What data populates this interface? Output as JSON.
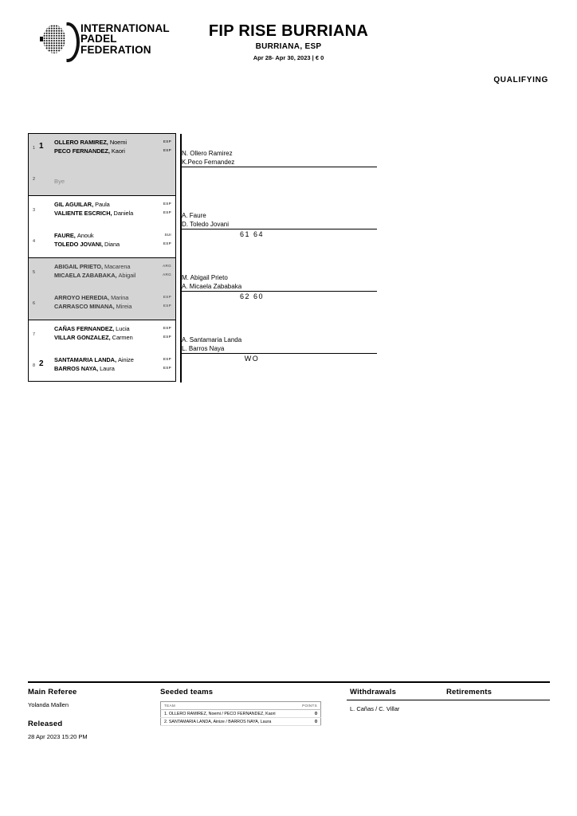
{
  "header": {
    "logo_line1": "INTERNATIONAL",
    "logo_line2": "PADEL",
    "logo_line3": "FEDERATION",
    "title": "FIP RISE BURRIANA",
    "location": "BURRIANA, ESP",
    "dates": "Apr 28- Apr 30, 2023  |  € 0",
    "phase": "QUALIFYING"
  },
  "bracket": {
    "slots": [
      {
        "num": "1",
        "seed": "1",
        "players": [
          {
            "family": "OLLERO RAMIREZ,",
            "given": "Noemi",
            "country": "ESP"
          },
          {
            "family": "PECO FERNANDEZ,",
            "given": "Kaori",
            "country": "ESP"
          }
        ]
      },
      {
        "num": "2",
        "seed": "",
        "bye": "Bye",
        "players": []
      },
      {
        "num": "3",
        "seed": "",
        "players": [
          {
            "family": "GIL AGUILAR,",
            "given": "Paula",
            "country": "ESP"
          },
          {
            "family": "VALIENTE ESCRICH,",
            "given": "Daniela",
            "country": "ESP"
          }
        ]
      },
      {
        "num": "4",
        "seed": "",
        "players": [
          {
            "family": "FAURE,",
            "given": "Anouk",
            "country": "SUI"
          },
          {
            "family": "TOLEDO JOVANI,",
            "given": "Diana",
            "country": "ESP"
          }
        ]
      },
      {
        "num": "5",
        "seed": "",
        "players": [
          {
            "family": "ABIGAIL PRIETO,",
            "given": "Macarena",
            "country": "ARG"
          },
          {
            "family": "MICAELA ZABABAKA,",
            "given": "Abigail",
            "country": "ARG"
          }
        ]
      },
      {
        "num": "6",
        "seed": "",
        "players": [
          {
            "family": "ARROYO HEREDIA,",
            "given": "Marina",
            "country": "ESP"
          },
          {
            "family": "CARRASCO MINANA,",
            "given": "Mireia",
            "country": "ESP"
          }
        ]
      },
      {
        "num": "7",
        "seed": "",
        "players": [
          {
            "family": "CAÑAS FERNANDEZ,",
            "given": "Lucia",
            "country": "ESP"
          },
          {
            "family": "VILLAR GONZALEZ,",
            "given": "Carmen",
            "country": "ESP"
          }
        ]
      },
      {
        "num": "8",
        "seed": "2",
        "players": [
          {
            "family": "SANTAMARIA LANDA,",
            "given": "Ainize",
            "country": "ESP"
          },
          {
            "family": "BARROS NAYA,",
            "given": "Laura",
            "country": "ESP"
          }
        ]
      }
    ],
    "results": [
      {
        "winner_line1": "N. Ollero Ramirez",
        "winner_line2": "K.Peco Fernandez",
        "score": ""
      },
      {
        "winner_line1": "A. Faure",
        "winner_line2": "D. Toledo Jovani",
        "score": "61  64"
      },
      {
        "winner_line1": "M. Abigail Prieto",
        "winner_line2": "A. Micaela Zababaka",
        "score": "62  60"
      },
      {
        "winner_line1": "A. Santamaria Landa",
        "winner_line2": "L. Barros Naya",
        "score": "WO"
      }
    ]
  },
  "footer": {
    "referee_heading": "Main Referee",
    "referee_name": "Yolanda Mallen",
    "released_heading": "Released",
    "released_value": "28 Apr 2023  15:20 PM",
    "seeded_heading": "Seeded  teams",
    "seeded_col_team": "TEAM",
    "seeded_col_points": "POINTS",
    "seeded_rows": [
      {
        "rank": "1.",
        "team_family1": "OLLERO RAMIREZ,",
        "team_given1": "Noemi",
        "sep": "/",
        "team_family2": "PECO FERNANDEZ,",
        "team_given2": "Kaori",
        "points": "0"
      },
      {
        "rank": "2.",
        "team_family1": "SANTAMARIA LANDA,",
        "team_given1": "Ainize",
        "sep": "/",
        "team_family2": "BARROS NAYA,",
        "team_given2": "Laura",
        "points": "0"
      }
    ],
    "withdrawals_heading": "Withdrawals",
    "retirements_heading": "Retirements",
    "withdrawals_list": "L. Cañas / C. Villar"
  }
}
